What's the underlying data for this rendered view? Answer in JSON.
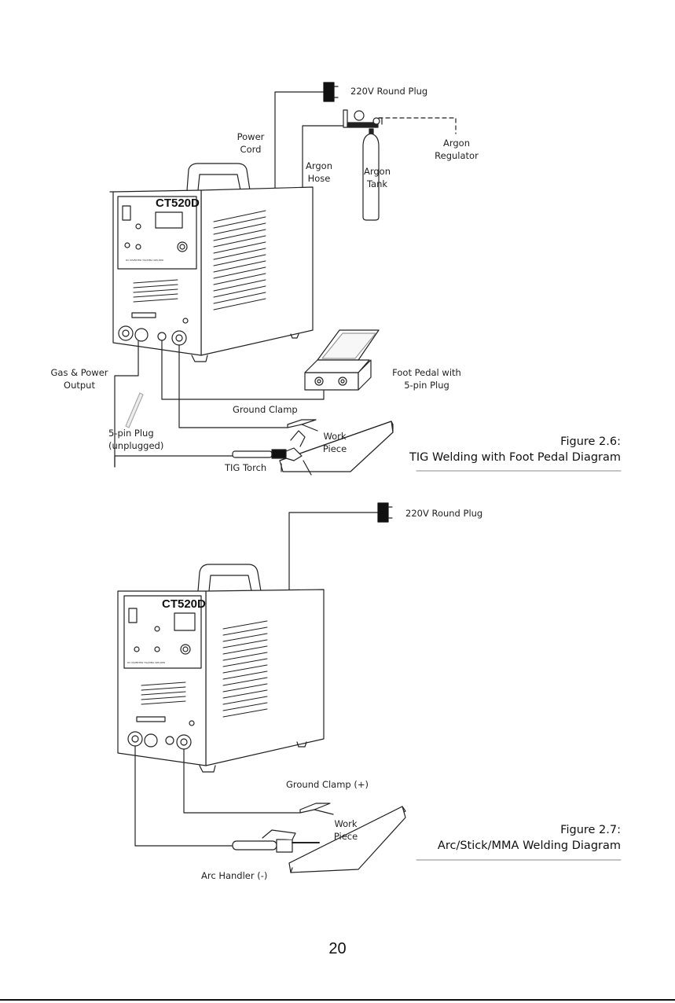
{
  "page_number": "20",
  "model_name": "CT520D",
  "figure_2_6": {
    "caption_number": "Figure 2.6:",
    "caption_title": "TIG Welding with Foot Pedal Diagram",
    "labels": {
      "plug": "220V Round Plug",
      "power_cord": [
        "Power",
        "Cord"
      ],
      "argon_hose": [
        "Argon",
        "Hose"
      ],
      "argon_tank": [
        "Argon",
        "Tank"
      ],
      "argon_regulator": [
        "Argon",
        "Regulator"
      ],
      "gas_power_output": [
        "Gas & Power",
        "Output"
      ],
      "foot_pedal": [
        "Foot Pedal with",
        "5-pin Plug"
      ],
      "ground_clamp": "Ground Clamp",
      "five_pin_plug": [
        "5-pin Plug",
        "(unplugged)"
      ],
      "work_piece": [
        "Work",
        "Piece"
      ],
      "tig_torch": "TIG Torch"
    }
  },
  "figure_2_7": {
    "caption_number": "Figure 2.7:",
    "caption_title": "Arc/Stick/MMA Welding Diagram",
    "labels": {
      "plug": "220V Round Plug",
      "ground_clamp": "Ground Clamp (+)",
      "work_piece": [
        "Work",
        "Piece"
      ],
      "arc_handler": "Arc Handler (-)"
    }
  }
}
